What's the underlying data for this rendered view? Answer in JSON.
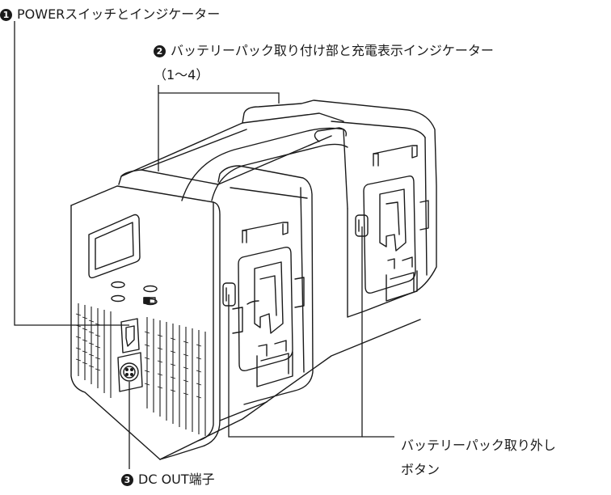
{
  "callouts": {
    "power": {
      "number": "1",
      "text": "POWERスイッチとインジケーター"
    },
    "battery": {
      "number": "2",
      "text": "バッテリーパック取り付け部と充電表示インジケーター",
      "sub": "（1～4）"
    },
    "dcout": {
      "number": "3",
      "text": "DC OUT端子"
    },
    "release": {
      "line1": "バッテリーパック取り外し",
      "line2": "ボタン"
    }
  },
  "colors": {
    "line": "#1a1a1a",
    "body_fill": "#ffffff",
    "badge": "#1a1a1a"
  }
}
